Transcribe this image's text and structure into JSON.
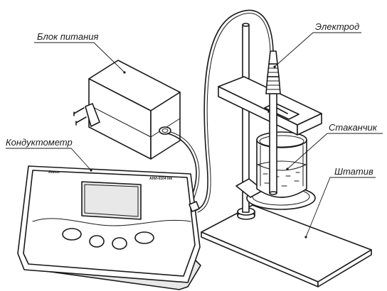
{
  "labels": {
    "power_supply": "Блок питания",
    "electrode": "Электрод",
    "conductometer": "Кондуктометр",
    "beaker": "Стаканчик",
    "stand": "Штатив"
  },
  "device": {
    "brand": "Анион",
    "model": "АНИ-0104 Ink"
  }
}
